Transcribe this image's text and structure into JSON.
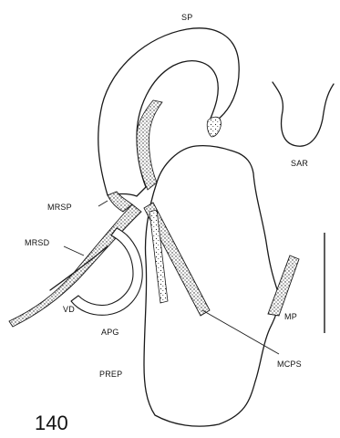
{
  "figure_number": "140",
  "labels": {
    "sp": "SP",
    "sar": "SAR",
    "mrsp": "MRSP",
    "mrsd": "MRSD",
    "vd": "VD",
    "apg": "APG",
    "prep": "PREP",
    "mp": "MP",
    "mcps": "MCPS"
  },
  "colors": {
    "line": "#1a1a1a",
    "background": "#ffffff",
    "stipple": "#222222"
  }
}
